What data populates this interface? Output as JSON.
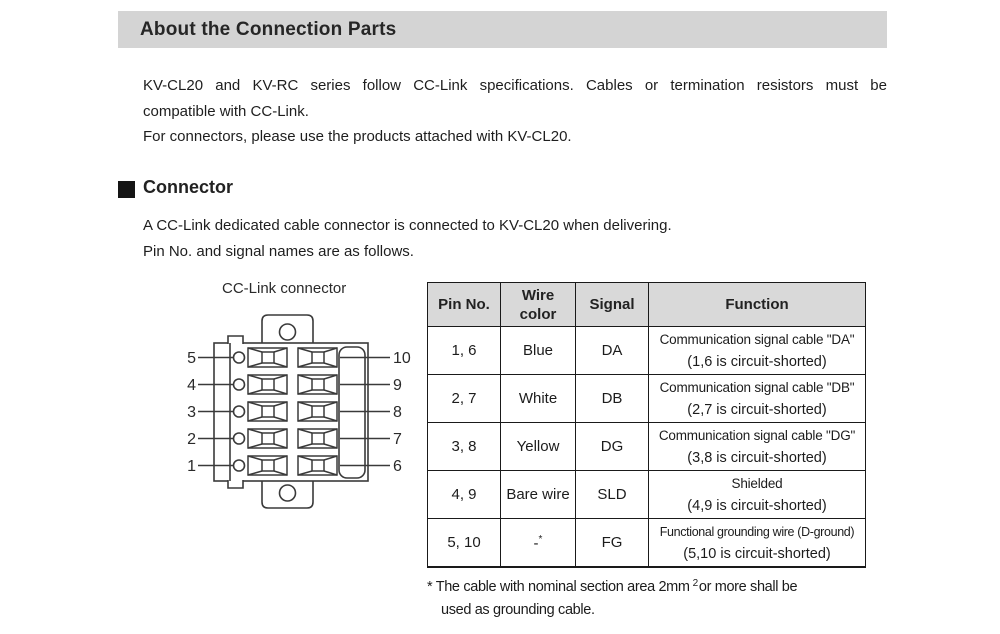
{
  "page": {
    "title": "About the Connection Parts"
  },
  "intro": {
    "para1_line1": "KV-CL20 and KV-RC series follow CC-Link specifications. Cables or termination resistors must be",
    "para1_line2": "compatible with CC-Link.",
    "para2": "For connectors, please use the products attached with KV-CL20."
  },
  "connector_section": {
    "heading": "Connector",
    "line1": "A CC-Link dedicated cable connector is connected to KV-CL20 when delivering.",
    "line2": "Pin No. and signal names are as follows."
  },
  "diagram": {
    "caption": "CC-Link connector",
    "left_pins": [
      "5",
      "4",
      "3",
      "2",
      "1"
    ],
    "right_pins": [
      "10",
      "9",
      "8",
      "7",
      "6"
    ]
  },
  "table": {
    "headers": {
      "pin": "Pin No.",
      "wire": "Wire color",
      "signal": "Signal",
      "function": "Function"
    },
    "rows": [
      {
        "pin": "1, 6",
        "wire": "Blue",
        "signal": "DA",
        "function_line1": "Communication signal cable \"DA\"",
        "function_line2": "(1,6 is circuit-shorted)"
      },
      {
        "pin": "2, 7",
        "wire": "White",
        "signal": "DB",
        "function_line1": "Communication signal cable \"DB\"",
        "function_line2": "(2,7 is circuit-shorted)"
      },
      {
        "pin": "3, 8",
        "wire": "Yellow",
        "signal": "DG",
        "function_line1": "Communication signal cable \"DG\"",
        "function_line2": "(3,8 is circuit-shorted)"
      },
      {
        "pin": "4, 9",
        "wire": "Bare wire",
        "signal": "SLD",
        "function_line1": "Shielded",
        "function_line2": "(4,9 is circuit-shorted)"
      },
      {
        "pin": "5, 10",
        "wire": "-",
        "wire_sup": "*",
        "signal": "FG",
        "function_line1": "Functional grounding wire (D-ground)",
        "function_line2": "(5,10 is circuit-shorted)"
      }
    ]
  },
  "footnote": {
    "line1_prefix": "* The cable with nominal section area 2mm",
    "line1_sup": "2",
    "line1_suffix": "or more shall be",
    "line2": "used as grounding cable."
  },
  "colors": {
    "title_bar_bg": "#d4d4d4",
    "table_header_bg": "#d9d9d9",
    "text": "#1e1e1e",
    "line": "#3a3a3a"
  }
}
